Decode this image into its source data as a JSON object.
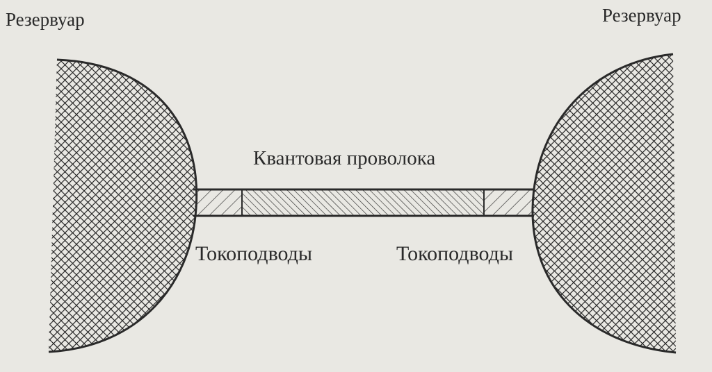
{
  "diagram": {
    "reservoir_left_label": "Резервуар",
    "reservoir_right_label": "Резервуар",
    "wire_label": "Квантовая проволока",
    "lead_left_label": "Токоподводы",
    "lead_right_label": "Токоподводы"
  },
  "colors": {
    "background": "#e9e8e3",
    "ink": "#2a2a2a"
  }
}
